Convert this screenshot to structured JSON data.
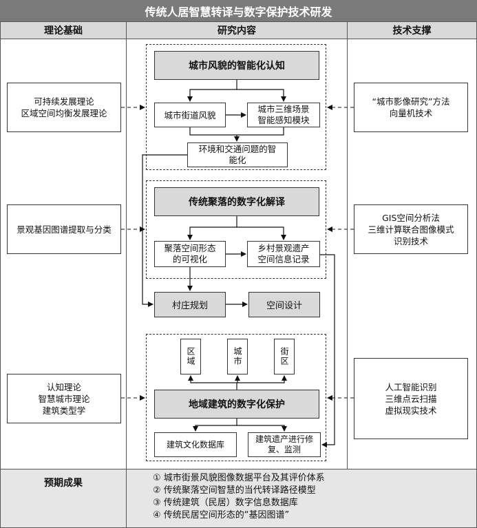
{
  "title": "传统人居智慧转译与数字保护技术研发",
  "headers": {
    "left": "理论基础",
    "middle": "研究内容",
    "right": "技术支撑"
  },
  "theory": {
    "t1": [
      "可持续发展理论",
      "区域空间均衡发展理论"
    ],
    "t2": "景观基因图谱提取与分类",
    "t3": [
      "认知理论",
      "智慧城市理论",
      "建筑类型学"
    ]
  },
  "tech": {
    "s1": [
      "“城市影像研究”方法",
      "向量机技术"
    ],
    "s2": [
      "GIS空间分析法",
      "三维计算联合图像模式",
      "识别技术"
    ],
    "s3": [
      "人工智能识别",
      "三维点云扫描",
      "虚拟现实技术"
    ]
  },
  "content": {
    "g1_title": "城市风貌的智能化认知",
    "g1_left": "城市街道风貌",
    "g1_right": [
      "城市三维场景",
      "智能感知模块"
    ],
    "g1_bottom": [
      "环境和交通问题的智",
      "能化"
    ],
    "g2_title": "传统聚落的数字化解译",
    "g2_left": [
      "聚落空间形态",
      "的可视化"
    ],
    "g2_right": [
      "乡村景观遗产",
      "空间信息记录"
    ],
    "mid_left": "村庄规划",
    "mid_right": "空间设计",
    "g3_v1": "区域",
    "g3_v2": "城市",
    "g3_v3": "街区",
    "g3_title": "地域建筑的数字化保护",
    "g3_left": "建筑文化数据库",
    "g3_right": [
      "建筑遗产进行修",
      "复、监测"
    ]
  },
  "results": {
    "label": "预期成果",
    "items": [
      "① 城市街景风貌图像数据平台及其评价体系",
      "② 传统聚落空间智慧的当代转译路径模型",
      "③ 传统建筑（民居）数字信息数据库",
      "④ 传统民居空间形态的“基因图谱”"
    ]
  }
}
